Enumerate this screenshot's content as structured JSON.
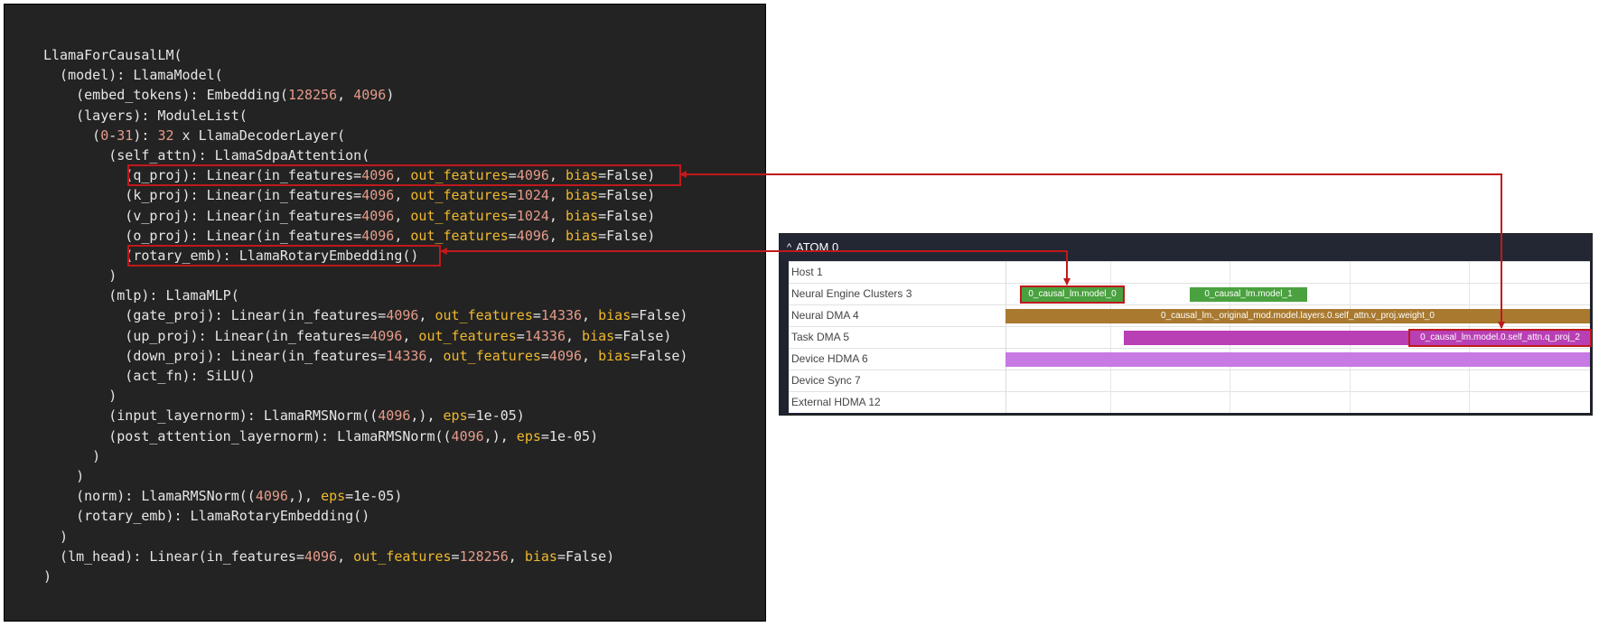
{
  "code": {
    "lines": [
      [
        [
          "LlamaForCausalLM(",
          "p"
        ]
      ],
      [
        [
          "  (model): LlamaModel(",
          "p"
        ]
      ],
      [
        [
          "    (embed_tokens): Embedding(",
          "p"
        ],
        [
          "128256",
          "num"
        ],
        [
          ", ",
          "p"
        ],
        [
          "4096",
          "num"
        ],
        [
          ")",
          "p"
        ]
      ],
      [
        [
          "    (layers): ModuleList(",
          "p"
        ]
      ],
      [
        [
          "      (",
          "p"
        ],
        [
          "0",
          "num"
        ],
        [
          "-",
          "p"
        ],
        [
          "31",
          "num"
        ],
        [
          "): ",
          "p"
        ],
        [
          "32",
          "num"
        ],
        [
          " x LlamaDecoderLayer(",
          "p"
        ]
      ],
      [
        [
          "        (self_attn): LlamaSdpaAttention(",
          "p"
        ]
      ],
      [
        [
          "          (q_proj): Linear(in_features=",
          "p"
        ],
        [
          "4096",
          "num"
        ],
        [
          ", ",
          "p"
        ],
        [
          "out_features",
          "kw"
        ],
        [
          "=",
          "p"
        ],
        [
          "4096",
          "num"
        ],
        [
          ", ",
          "p"
        ],
        [
          "bias",
          "kw"
        ],
        [
          "=False)",
          "p"
        ]
      ],
      [
        [
          "          (k_proj): Linear(in_features=",
          "p"
        ],
        [
          "4096",
          "num"
        ],
        [
          ", ",
          "p"
        ],
        [
          "out_features",
          "kw"
        ],
        [
          "=",
          "p"
        ],
        [
          "1024",
          "num"
        ],
        [
          ", ",
          "p"
        ],
        [
          "bias",
          "kw"
        ],
        [
          "=False)",
          "p"
        ]
      ],
      [
        [
          "          (v_proj): Linear(in_features=",
          "p"
        ],
        [
          "4096",
          "num"
        ],
        [
          ", ",
          "p"
        ],
        [
          "out_features",
          "kw"
        ],
        [
          "=",
          "p"
        ],
        [
          "1024",
          "num"
        ],
        [
          ", ",
          "p"
        ],
        [
          "bias",
          "kw"
        ],
        [
          "=False)",
          "p"
        ]
      ],
      [
        [
          "          (o_proj): Linear(in_features=",
          "p"
        ],
        [
          "4096",
          "num"
        ],
        [
          ", ",
          "p"
        ],
        [
          "out_features",
          "kw"
        ],
        [
          "=",
          "p"
        ],
        [
          "4096",
          "num"
        ],
        [
          ", ",
          "p"
        ],
        [
          "bias",
          "kw"
        ],
        [
          "=False)",
          "p"
        ]
      ],
      [
        [
          "          (rotary_emb): LlamaRotaryEmbedding()",
          "p"
        ]
      ],
      [
        [
          "        )",
          "p"
        ]
      ],
      [
        [
          "        (mlp): LlamaMLP(",
          "p"
        ]
      ],
      [
        [
          "          (gate_proj): Linear(in_features=",
          "p"
        ],
        [
          "4096",
          "num"
        ],
        [
          ", ",
          "p"
        ],
        [
          "out_features",
          "kw"
        ],
        [
          "=",
          "p"
        ],
        [
          "14336",
          "num"
        ],
        [
          ", ",
          "p"
        ],
        [
          "bias",
          "kw"
        ],
        [
          "=False)",
          "p"
        ]
      ],
      [
        [
          "          (up_proj): Linear(in_features=",
          "p"
        ],
        [
          "4096",
          "num"
        ],
        [
          ", ",
          "p"
        ],
        [
          "out_features",
          "kw"
        ],
        [
          "=",
          "p"
        ],
        [
          "14336",
          "num"
        ],
        [
          ", ",
          "p"
        ],
        [
          "bias",
          "kw"
        ],
        [
          "=False)",
          "p"
        ]
      ],
      [
        [
          "          (down_proj): Linear(in_features=",
          "p"
        ],
        [
          "14336",
          "num"
        ],
        [
          ", ",
          "p"
        ],
        [
          "out_features",
          "kw"
        ],
        [
          "=",
          "p"
        ],
        [
          "4096",
          "num"
        ],
        [
          ", ",
          "p"
        ],
        [
          "bias",
          "kw"
        ],
        [
          "=False)",
          "p"
        ]
      ],
      [
        [
          "          (act_fn): SiLU()",
          "p"
        ]
      ],
      [
        [
          "        )",
          "p"
        ]
      ],
      [
        [
          "        (input_layernorm): LlamaRMSNorm((",
          "p"
        ],
        [
          "4096",
          "num"
        ],
        [
          ",), ",
          "p"
        ],
        [
          "eps",
          "kw"
        ],
        [
          "=1e-05)",
          "p"
        ]
      ],
      [
        [
          "        (post_attention_layernorm): LlamaRMSNorm((",
          "p"
        ],
        [
          "4096",
          "num"
        ],
        [
          ",), ",
          "p"
        ],
        [
          "eps",
          "kw"
        ],
        [
          "=1e-05)",
          "p"
        ]
      ],
      [
        [
          "      )",
          "p"
        ]
      ],
      [
        [
          "    )",
          "p"
        ]
      ],
      [
        [
          "    (norm): LlamaRMSNorm((",
          "p"
        ],
        [
          "4096",
          "num"
        ],
        [
          ",), ",
          "p"
        ],
        [
          "eps",
          "kw"
        ],
        [
          "=1e-05)",
          "p"
        ]
      ],
      [
        [
          "    (rotary_emb): LlamaRotaryEmbedding()",
          "p"
        ]
      ],
      [
        [
          "  )",
          "p"
        ]
      ],
      [
        [
          "  (lm_head): Linear(in_features=",
          "p"
        ],
        [
          "4096",
          "num"
        ],
        [
          ", ",
          "p"
        ],
        [
          "out_features",
          "kw"
        ],
        [
          "=",
          "p"
        ],
        [
          "128256",
          "num"
        ],
        [
          ", ",
          "p"
        ],
        [
          "bias",
          "kw"
        ],
        [
          "=False)",
          "p"
        ]
      ],
      [
        [
          ")",
          "p"
        ]
      ]
    ]
  },
  "timeline": {
    "title": "ATOM 0",
    "caret": "^",
    "rows": [
      "Host 1",
      "Neural Engine Clusters 3",
      "Neural DMA 4",
      "Task DMA 5",
      "Device HDMA 6",
      "Device Sync 7",
      "External HDMA 12"
    ],
    "bars": {
      "model_0": "0_causal_lm.model_0",
      "model_1": "0_causal_lm.model_1",
      "v_proj": "0_causal_lm._original_mod.model.layers.0.self_attn.v_proj.weight_0",
      "q_proj": "0_causal_lm.model.0.self_attn.q_proj_2"
    }
  },
  "colors": {
    "highlight": "#c0191c",
    "green": "#4aa13f",
    "brown": "#a8792f",
    "magenta": "#b93fb4",
    "lavender": "#c77ae3"
  }
}
